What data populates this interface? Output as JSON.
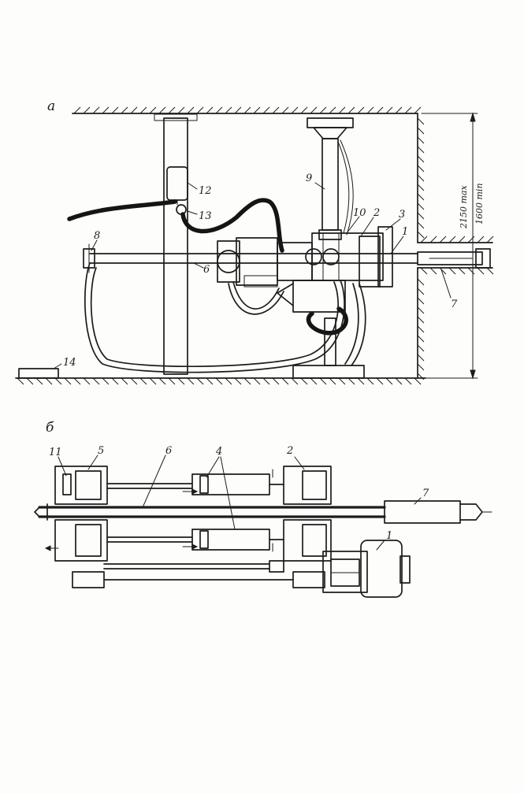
{
  "figure": {
    "section_a": "а",
    "section_b": "б",
    "dim_max": "2150 max",
    "dim_min": "1600 min",
    "labels_a": {
      "l1": "1",
      "l2": "2",
      "l3": "3",
      "l6": "6",
      "l7": "7",
      "l8": "8",
      "l9": "9",
      "l10": "10",
      "l12": "12",
      "l13": "13",
      "l14": "14"
    },
    "labels_b": {
      "l1": "1",
      "l2": "2",
      "l4": "4",
      "l5": "5",
      "l6": "6",
      "l7": "7",
      "l11": "11"
    }
  }
}
